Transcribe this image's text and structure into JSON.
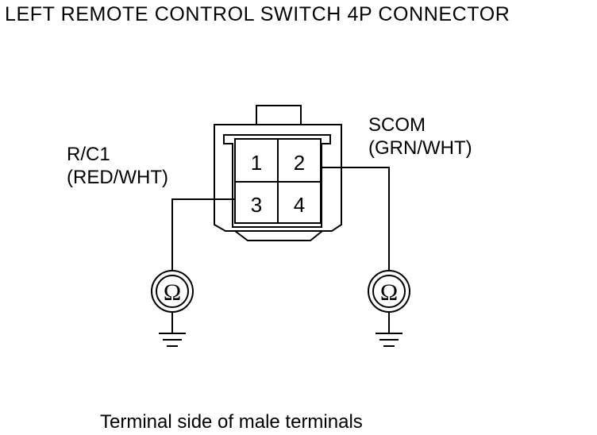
{
  "title": "LEFT REMOTE CONTROL SWITCH 4P CONNECTOR",
  "left_wire": {
    "name": "R/C1",
    "color": "(RED/WHT)"
  },
  "right_wire": {
    "name": "SCOM",
    "color": "(GRN/WHT)"
  },
  "pins": [
    "1",
    "2",
    "3",
    "4"
  ],
  "meter_symbol": "Ω",
  "caption": "Terminal side of male terminals"
}
